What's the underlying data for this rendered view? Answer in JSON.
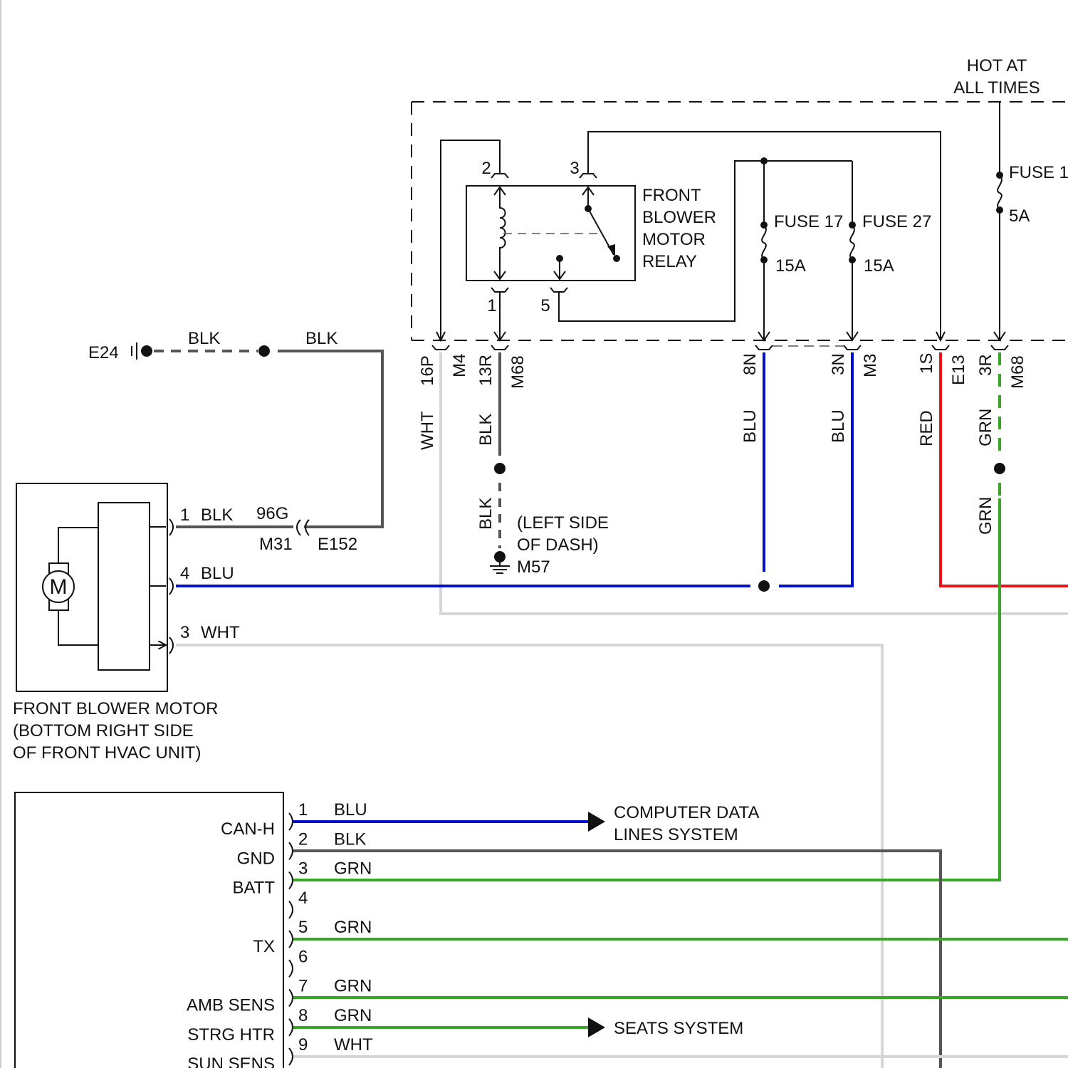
{
  "colors": {
    "blu": "#0010cc",
    "blk": "#555555",
    "grn": "#3aa626",
    "red": "#e8141a",
    "wht": "#d6d6d6"
  },
  "power": {
    "hot_line1": "HOT AT",
    "hot_line2": "ALL TIMES",
    "fuse1_label": "FUSE 1",
    "fuse1_rating": "5A"
  },
  "relay": {
    "line1": "FRONT",
    "line2": "BLOWER",
    "line3": "MOTOR",
    "line4": "RELAY",
    "pin2": "2",
    "pin3": "3",
    "pin1": "1",
    "pin5": "5"
  },
  "fuses": {
    "f17_label": "FUSE 17",
    "f17_rating": "15A",
    "f27_label": "FUSE 27",
    "f27_rating": "15A"
  },
  "connectors": {
    "c16p": "16P",
    "m4": "M4",
    "c13r": "13R",
    "m68a": "M68",
    "c8n": "8N",
    "c3n": "3N",
    "m3": "M3",
    "c1s": "1S",
    "e13": "E13",
    "c3r": "3R",
    "m68b": "M68"
  },
  "wire_labels": {
    "wht": "WHT",
    "blk1": "BLK",
    "blk2": "BLK",
    "blu1": "BLU",
    "blu2": "BLU",
    "red": "RED",
    "grn1": "GRN",
    "grn2": "GRN"
  },
  "ground": {
    "e24": "E24",
    "blk_a": "BLK",
    "blk_b": "BLK",
    "m57_line1": "(LEFT SIDE",
    "m57_line2": "OF DASH)",
    "m57": "M57"
  },
  "motor": {
    "symbol": "M",
    "pin1": "1",
    "pin1_color": "BLK",
    "splice": "96G",
    "m31": "M31",
    "e152": "E152",
    "pin4": "4",
    "pin4_color": "BLU",
    "pin3": "3",
    "pin3_color": "WHT",
    "caption1": "FRONT BLOWER MOTOR",
    "caption2": "(BOTTOM RIGHT SIDE",
    "caption3": "OF FRONT HVAC UNIT)"
  },
  "module": {
    "pins": [
      {
        "num": "1",
        "color": "BLU",
        "name": "CAN-H"
      },
      {
        "num": "2",
        "color": "BLK",
        "name": "GND"
      },
      {
        "num": "3",
        "color": "GRN",
        "name": "BATT"
      },
      {
        "num": "4",
        "color": "",
        "name": ""
      },
      {
        "num": "5",
        "color": "GRN",
        "name": "TX"
      },
      {
        "num": "6",
        "color": "",
        "name": ""
      },
      {
        "num": "7",
        "color": "GRN",
        "name": "AMB SENS"
      },
      {
        "num": "8",
        "color": "GRN",
        "name": "STRG HTR"
      },
      {
        "num": "9",
        "color": "WHT",
        "name": "SUN SENS"
      }
    ],
    "cdl_line1": "COMPUTER DATA",
    "cdl_line2": "LINES SYSTEM",
    "seats": "SEATS SYSTEM"
  }
}
